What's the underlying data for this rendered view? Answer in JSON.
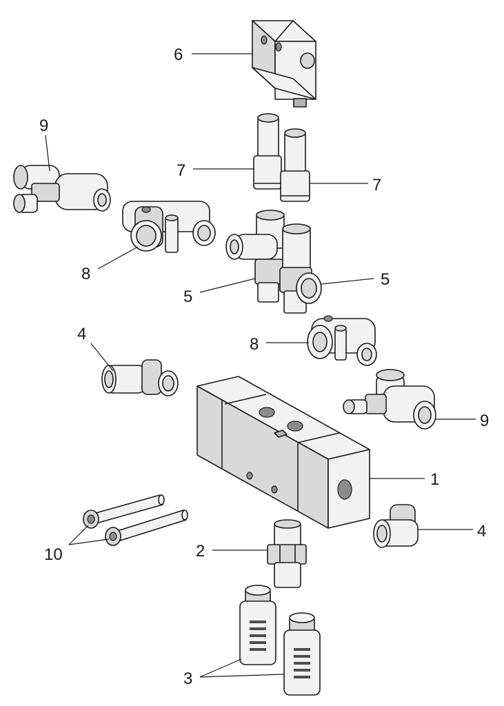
{
  "callouts": {
    "c1": "1",
    "c2": "2",
    "c3": "3",
    "c4a": "4",
    "c4b": "4",
    "c5a": "5",
    "c5b": "5",
    "c6": "6",
    "c7a": "7",
    "c7b": "7",
    "c8a": "8",
    "c8b": "8",
    "c9a": "9",
    "c9b": "9",
    "c10": "10"
  }
}
